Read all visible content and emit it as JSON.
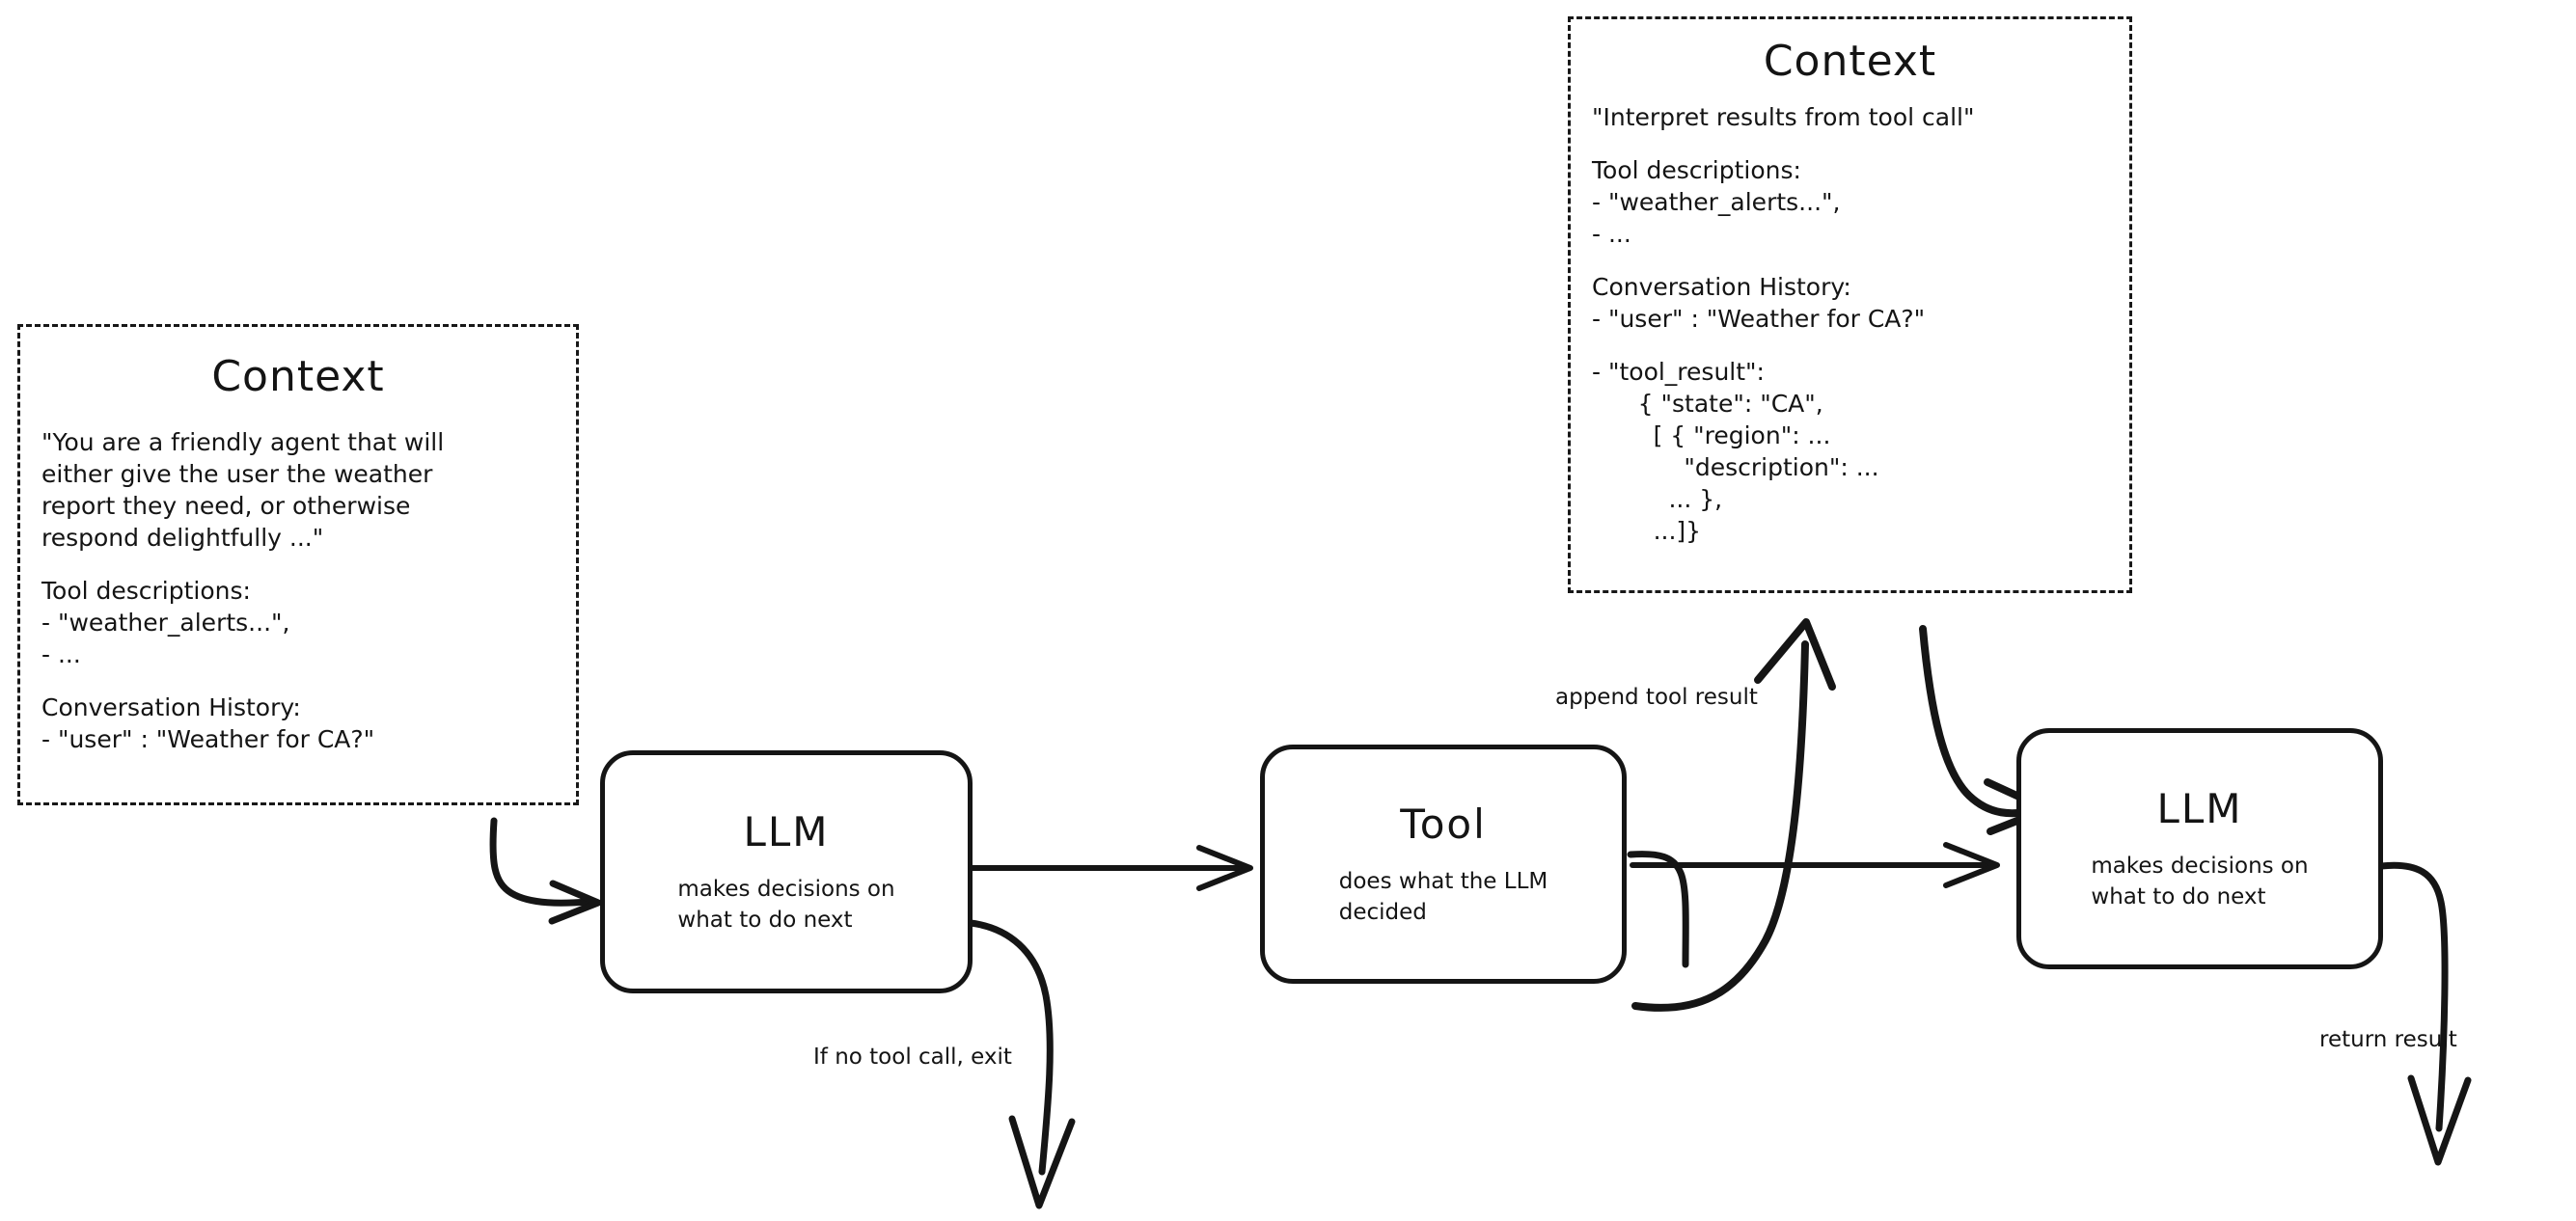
{
  "diagram": {
    "title": "LLM agent loop with tool calling",
    "stroke_color": "#151515",
    "background": "#ffffff"
  },
  "context_left": {
    "title": "Context",
    "paragraphs": [
      "\"You are a friendly agent that will\neither give the user the weather\nreport they need, or otherwise\nrespond delightfully ...\"",
      "Tool descriptions:\n- \"weather_alerts...\",\n- ...",
      "Conversation History:\n- \"user\" : \"Weather for CA?\""
    ]
  },
  "context_right": {
    "title": "Context",
    "paragraphs": [
      "\"Interpret results from tool call\"",
      "Tool descriptions:\n- \"weather_alerts...\",\n- ...",
      "Conversation History:\n- \"user\" : \"Weather for CA?\"",
      "- \"tool_result\":\n      { \"state\": \"CA\",\n        [ { \"region\": ...\n            \"description\": ...\n          ... },\n        ...]}"
    ]
  },
  "nodes": [
    {
      "id": "llm-1",
      "title": "LLM",
      "subtitle": "makes decisions on\nwhat to do next"
    },
    {
      "id": "tool",
      "title": "Tool",
      "subtitle": "does what the LLM\ndecided"
    },
    {
      "id": "llm-2",
      "title": "LLM",
      "subtitle": "makes decisions on\nwhat to do next"
    }
  ],
  "edges": [
    {
      "id": "context-to-llm1",
      "label": ""
    },
    {
      "id": "llm1-to-tool",
      "label": ""
    },
    {
      "id": "llm1-exit",
      "label": "If no tool call, exit"
    },
    {
      "id": "tool-to-context",
      "label": "append tool result"
    },
    {
      "id": "tool-to-llm2",
      "label": ""
    },
    {
      "id": "context-to-llm2",
      "label": ""
    },
    {
      "id": "llm2-return",
      "label": "return result"
    }
  ]
}
